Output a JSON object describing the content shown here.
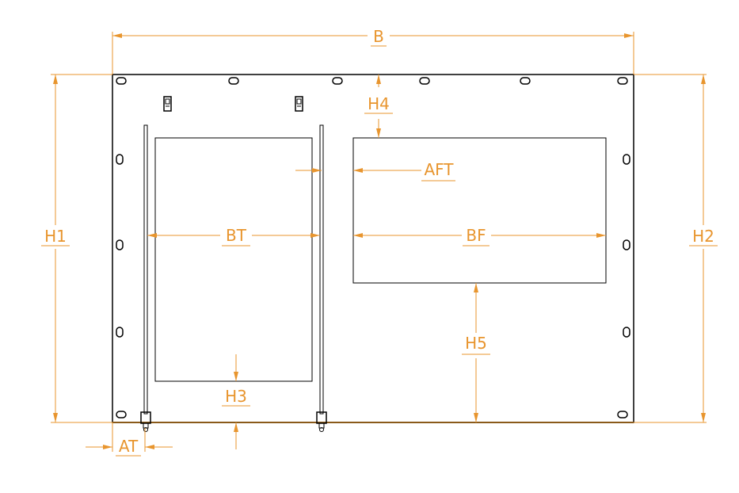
{
  "drawing": {
    "labels": {
      "B": "B",
      "H1": "H1",
      "H2": "H2",
      "H3": "H3",
      "H4": "H4",
      "H5": "H5",
      "BT": "BT",
      "BF": "BF",
      "AFT": "AFT",
      "AT": "AT"
    },
    "colors": {
      "dimension": "#e8952e",
      "outline": "#000000",
      "background": "#ffffff"
    }
  }
}
